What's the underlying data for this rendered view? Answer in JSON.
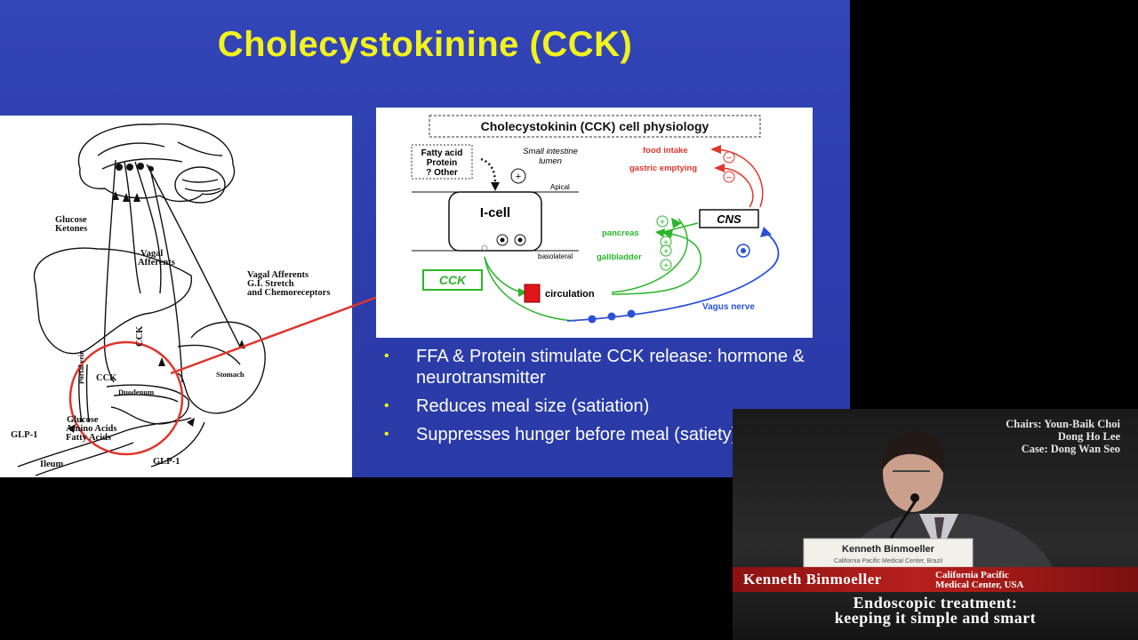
{
  "slide": {
    "title": "Cholecystokinine (CCK)",
    "anatomy_labels": {
      "glucose": "Glucose",
      "ketones": "Ketones",
      "vagal": "Vagal",
      "afferents": "Afferents",
      "vagal_afferents": "Vagal Afferents",
      "gi_stretch": "G.I. Stretch",
      "chemoreceptors": "and Chemoreceptors",
      "cck_vertical": "CCK",
      "cck": "CCK",
      "portal_vein": "Portal vein",
      "duodenum": "Duodenum",
      "stomach": "Stomach",
      "glucose2": "Glucose",
      "amino_acids": "Amino Acids",
      "fatty_acids": "Fatty Acids",
      "glp1_left": "GLP-1",
      "glp1_right": "GLP-1",
      "ileum": "Ileum"
    },
    "panel": {
      "title": "Cholecystokinin (CCK) cell physiology",
      "stimuli": [
        "Fatty acid",
        "Protein",
        "? Other"
      ],
      "lumen": [
        "Small intestine",
        "lumen"
      ],
      "apical": "Apical",
      "basolateral": "basolateral",
      "icell": "I-cell",
      "cck": "CCK",
      "circulation": "circulation",
      "cns": "CNS",
      "food_intake": "food intake",
      "gastric_emptying": "gastric emptying",
      "pancreas": "pancreas",
      "gallbladder": "gallbladder",
      "vagus": "Vagus nerve",
      "plus": "+",
      "minus": "−"
    },
    "bullets": [
      "FFA & Protein  stimulate CCK release: hormone & neurotransmitter",
      "Reduces meal size (satiation)",
      "Suppresses hunger  before meal (satiety)"
    ],
    "bullet_glyph": "•"
  },
  "video": {
    "chairs": [
      "Chairs: Youn-Baik Choi",
      "Dong Ho Lee",
      "Case: Dong Wan Seo"
    ],
    "speaker_name": "Kenneth Binmoeller",
    "affiliation": [
      "California Pacific",
      "Medical Center, USA"
    ],
    "nameplate": [
      "Kenneth Binmoeller",
      "California Pacific Medical Center, Brazil"
    ],
    "talk_title": [
      "Endoscopic treatment:",
      "keeping it simple and smart"
    ]
  }
}
